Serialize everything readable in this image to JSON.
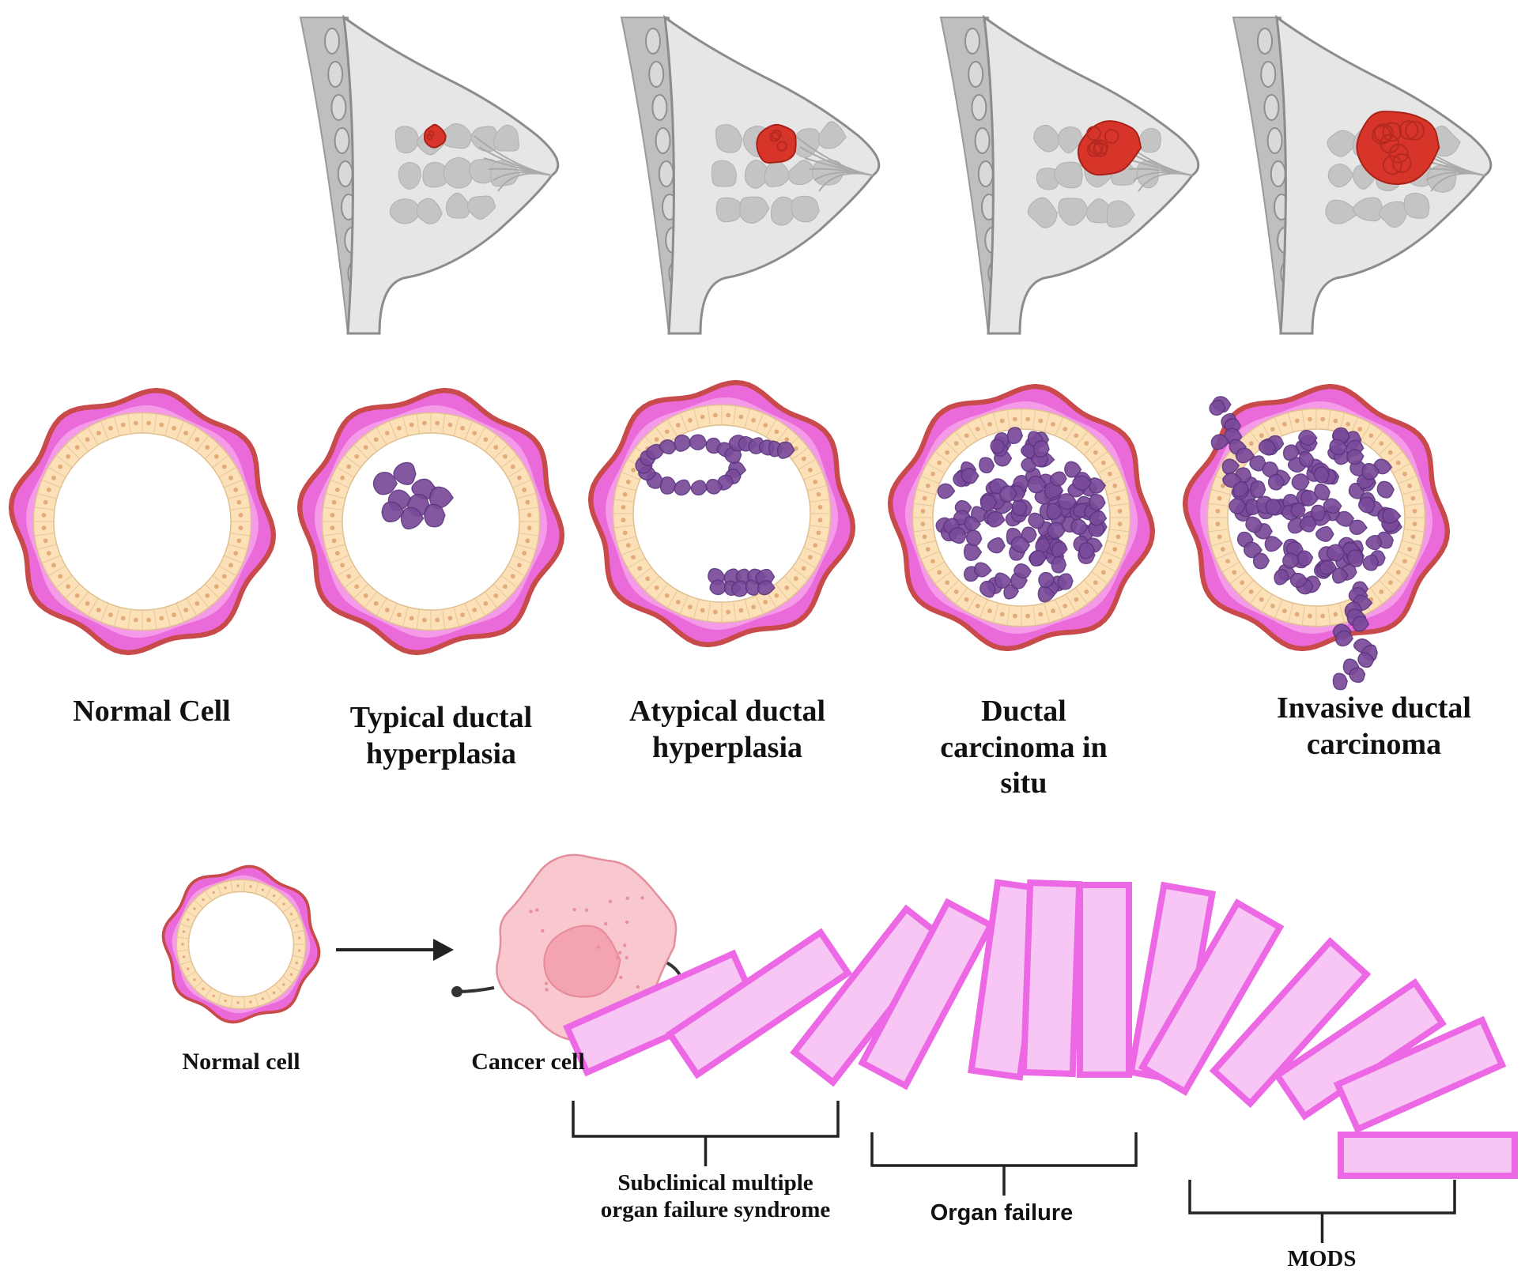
{
  "stages": [
    {
      "label": "Normal Cell"
    },
    {
      "label": "Typical ductal hyperplasia"
    },
    {
      "label": "Atypical ductal hyperplasia"
    },
    {
      "label": "Ductal carcinoma in situ"
    },
    {
      "label": "Invasive ductal carcinoma"
    }
  ],
  "progression": {
    "start_label": "Normal cell",
    "end_label": "Cancer cell"
  },
  "brackets": [
    {
      "label": "Subclinical multiple organ failure syndrome"
    },
    {
      "label": "Organ failure"
    },
    {
      "label": "MODS"
    }
  ],
  "colors": {
    "tumor": "#d8352a",
    "duct_wall": "#c94a4a",
    "stroma": "#e96ad8",
    "epithelium": "#fbe0b8",
    "abnormal_cells": "#7a4a9a",
    "domino_fill": "#f8c6f4",
    "domino_stroke": "#ec68e4"
  }
}
